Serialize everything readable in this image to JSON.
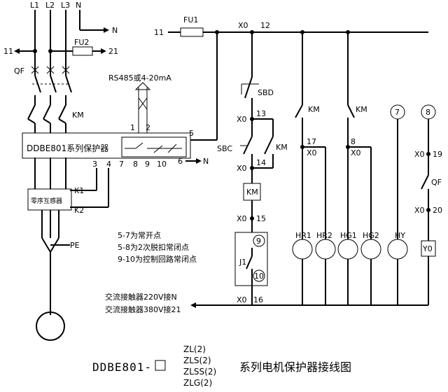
{
  "diagram": {
    "mains": {
      "l1": "L1",
      "l2": "L2",
      "l3": "L3",
      "n": "N",
      "n_out": "N",
      "out_11": "11",
      "out_21": "21"
    },
    "fuses": {
      "fu1": "FU1",
      "fu2": "FU2"
    },
    "breaker": {
      "qf": "QF",
      "qf2": "QF"
    },
    "contactor": {
      "km_main": "KM",
      "km_hold": "KM",
      "km_coil": "KM",
      "km_17": "KM",
      "km_8": "KM"
    },
    "comm": "RS485或4-20mA",
    "protector": {
      "name": "DDBE801系列保护器",
      "terminals": {
        "t1": "1",
        "t2": "2",
        "t3": "3",
        "t4": "4",
        "t5": "5",
        "t6": "6",
        "t7": "7",
        "t8": "8",
        "t9": "9",
        "t10": "10"
      },
      "n_label": "N"
    },
    "sensor": {
      "name": "零序互感器",
      "k1": "K1",
      "k2": "K2"
    },
    "pe": "PE",
    "terminals_x": {
      "x0_top": "X0",
      "n12": "12",
      "x0_13": "X0",
      "n13": "13",
      "x0_14": "X0",
      "n14": "14",
      "x0_15": "X0",
      "n15": "15",
      "x0_16": "X0",
      "n16": "16",
      "n17": "17",
      "x0_17": "X0",
      "n8": "8",
      "x0_8": "X0",
      "x0_19": "X0",
      "n19": "19",
      "x0_20": "X0",
      "n20": "20",
      "n11": "11"
    },
    "buttons": {
      "sbd": "SBD",
      "sbc": "SBC"
    },
    "relay": {
      "j1": "J1",
      "c9": "9",
      "c10": "10"
    },
    "circles": {
      "c7": "7",
      "c8": "8"
    },
    "lamps": {
      "hr1": "HR1",
      "hr2": "HR2",
      "hg1": "HG1",
      "hg2": "HG2",
      "hy": "HY",
      "y0": "Y0"
    },
    "notes": [
      "5-7为常开点",
      "5-8为2次脱扣常闭点",
      "9-10为控制回路常闭点"
    ],
    "supply_notes": [
      "交流接触器220V接N",
      "交流接触器380V接21"
    ],
    "title": {
      "prefix": "DDBE801-",
      "models": [
        "ZL(2)",
        "ZLS(2)",
        "ZLSS(2)",
        "ZLG(2)"
      ],
      "suffix": "系列电机保护器接线图"
    }
  }
}
